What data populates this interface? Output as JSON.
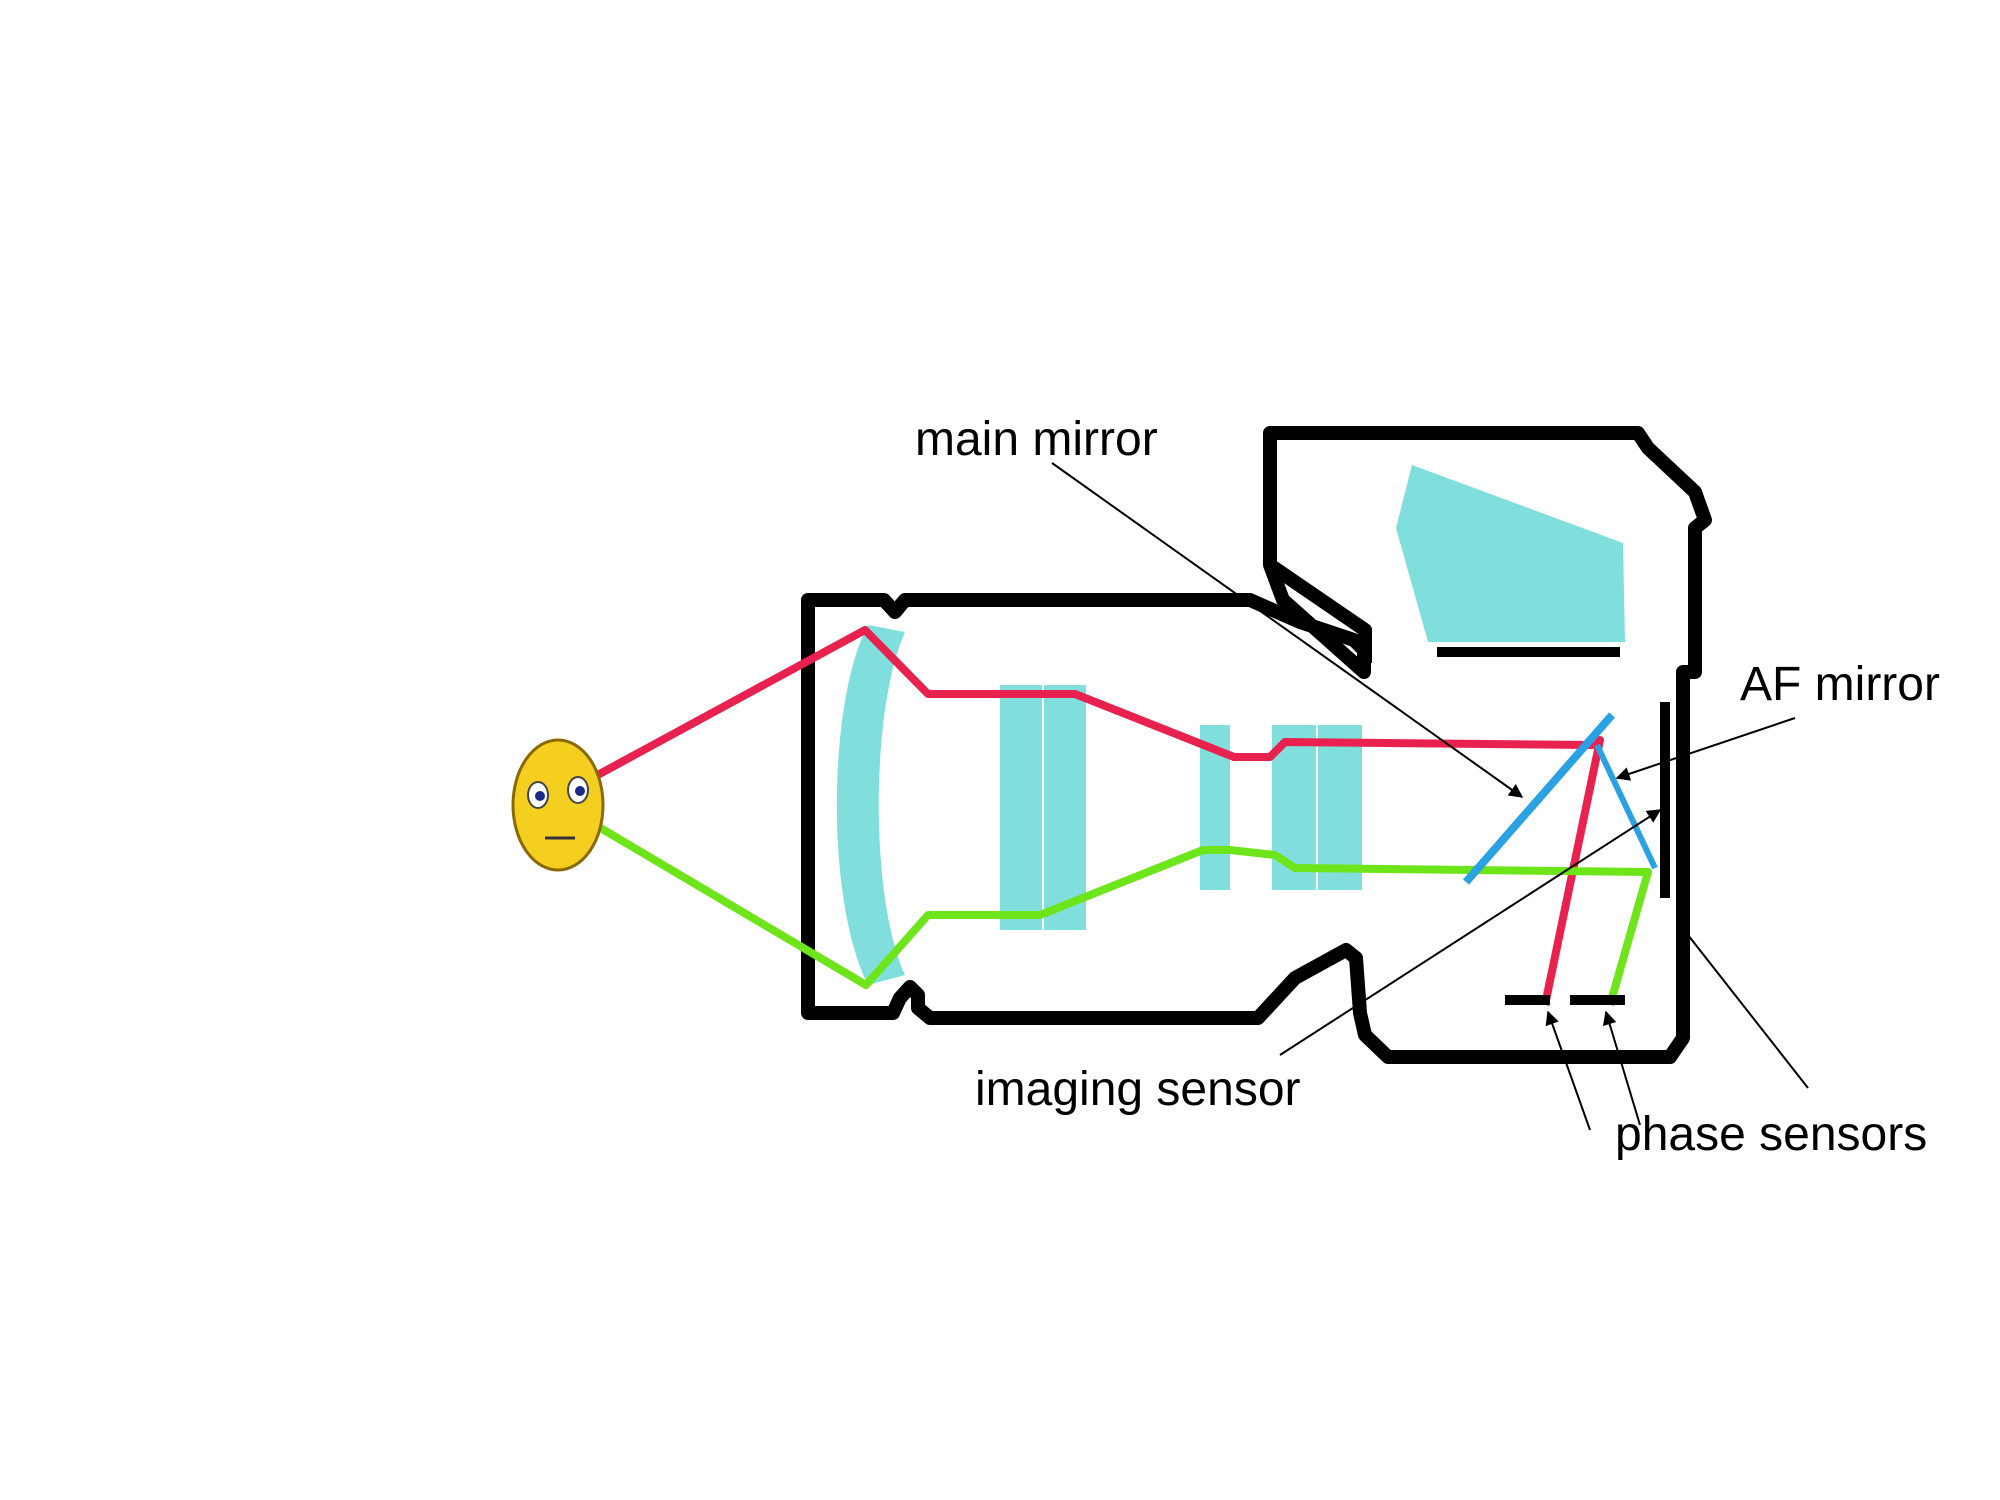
{
  "colors": {
    "body_outline": "#000000",
    "lens_glass": "#80DEDC",
    "red_ray": "#E8214F",
    "green_ray": "#6EE51B",
    "mirror": "#2AA2E2",
    "face_fill": "#F5CF20",
    "leader_line": "#000000"
  },
  "icons": {
    "face": "face-icon"
  },
  "labels": {
    "main_mirror": "main mirror",
    "af_mirror": "AF mirror",
    "imaging_sensor": "imaging sensor",
    "phase_sensors": "phase sensors"
  }
}
